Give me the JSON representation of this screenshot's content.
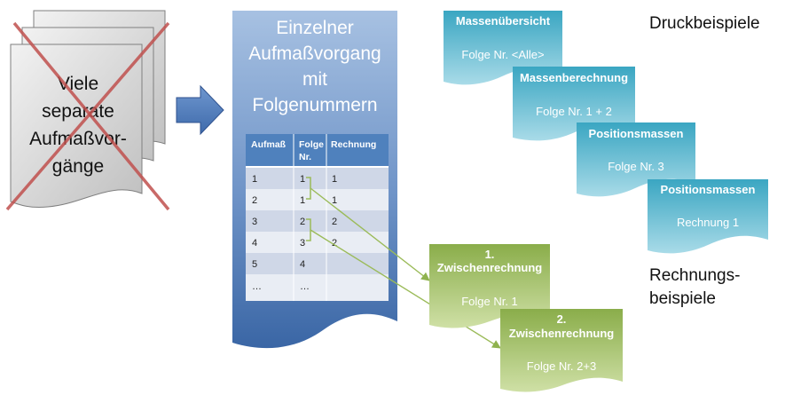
{
  "left_doc": {
    "lines": [
      "Viele",
      "separate",
      "Aufmaßvor-",
      "gänge"
    ]
  },
  "center": {
    "title_lines": [
      "Einzelner",
      "Aufmaßvorgang",
      "mit",
      "Folgenummern"
    ],
    "table": {
      "headers": [
        [
          "Aufmaß"
        ],
        [
          "Folge",
          "Nr."
        ],
        [
          "Rechnung"
        ]
      ],
      "rows": [
        [
          "1",
          "1",
          "1"
        ],
        [
          "2",
          "1",
          "1"
        ],
        [
          "3",
          "2",
          "2"
        ],
        [
          "4",
          "3",
          "2"
        ],
        [
          "5",
          "4",
          ""
        ],
        [
          "…",
          "…",
          ""
        ]
      ]
    }
  },
  "print_label": "Druckbeispiele",
  "invoice_label_lines": [
    "Rechnungs-",
    "beispiele"
  ],
  "print_cards": [
    {
      "title": "Massenübersicht",
      "sub": "Folge Nr. <Alle>"
    },
    {
      "title": "Massenberechnung",
      "sub": "Folge Nr. 1 + 2"
    },
    {
      "title": "Positionsmassen",
      "sub": "Folge Nr. 3"
    },
    {
      "title": "Positionsmassen",
      "sub": "Rechnung 1"
    }
  ],
  "invoice_cards": [
    {
      "title_lines": [
        "1.",
        "Zwischenrechnung"
      ],
      "sub": "Folge Nr. 1"
    },
    {
      "title_lines": [
        "2.",
        "Zwischenrechnung"
      ],
      "sub": "Folge Nr. 2+3"
    }
  ],
  "colors": {
    "teal": "#4bacc6",
    "green": "#9bbb59",
    "blue_dark": "#3a6aa7",
    "blue_light": "#a8c2e2",
    "arrow": "#4f81bd",
    "cross": "#c0504d",
    "doc_gray": "#d9d9d9"
  }
}
